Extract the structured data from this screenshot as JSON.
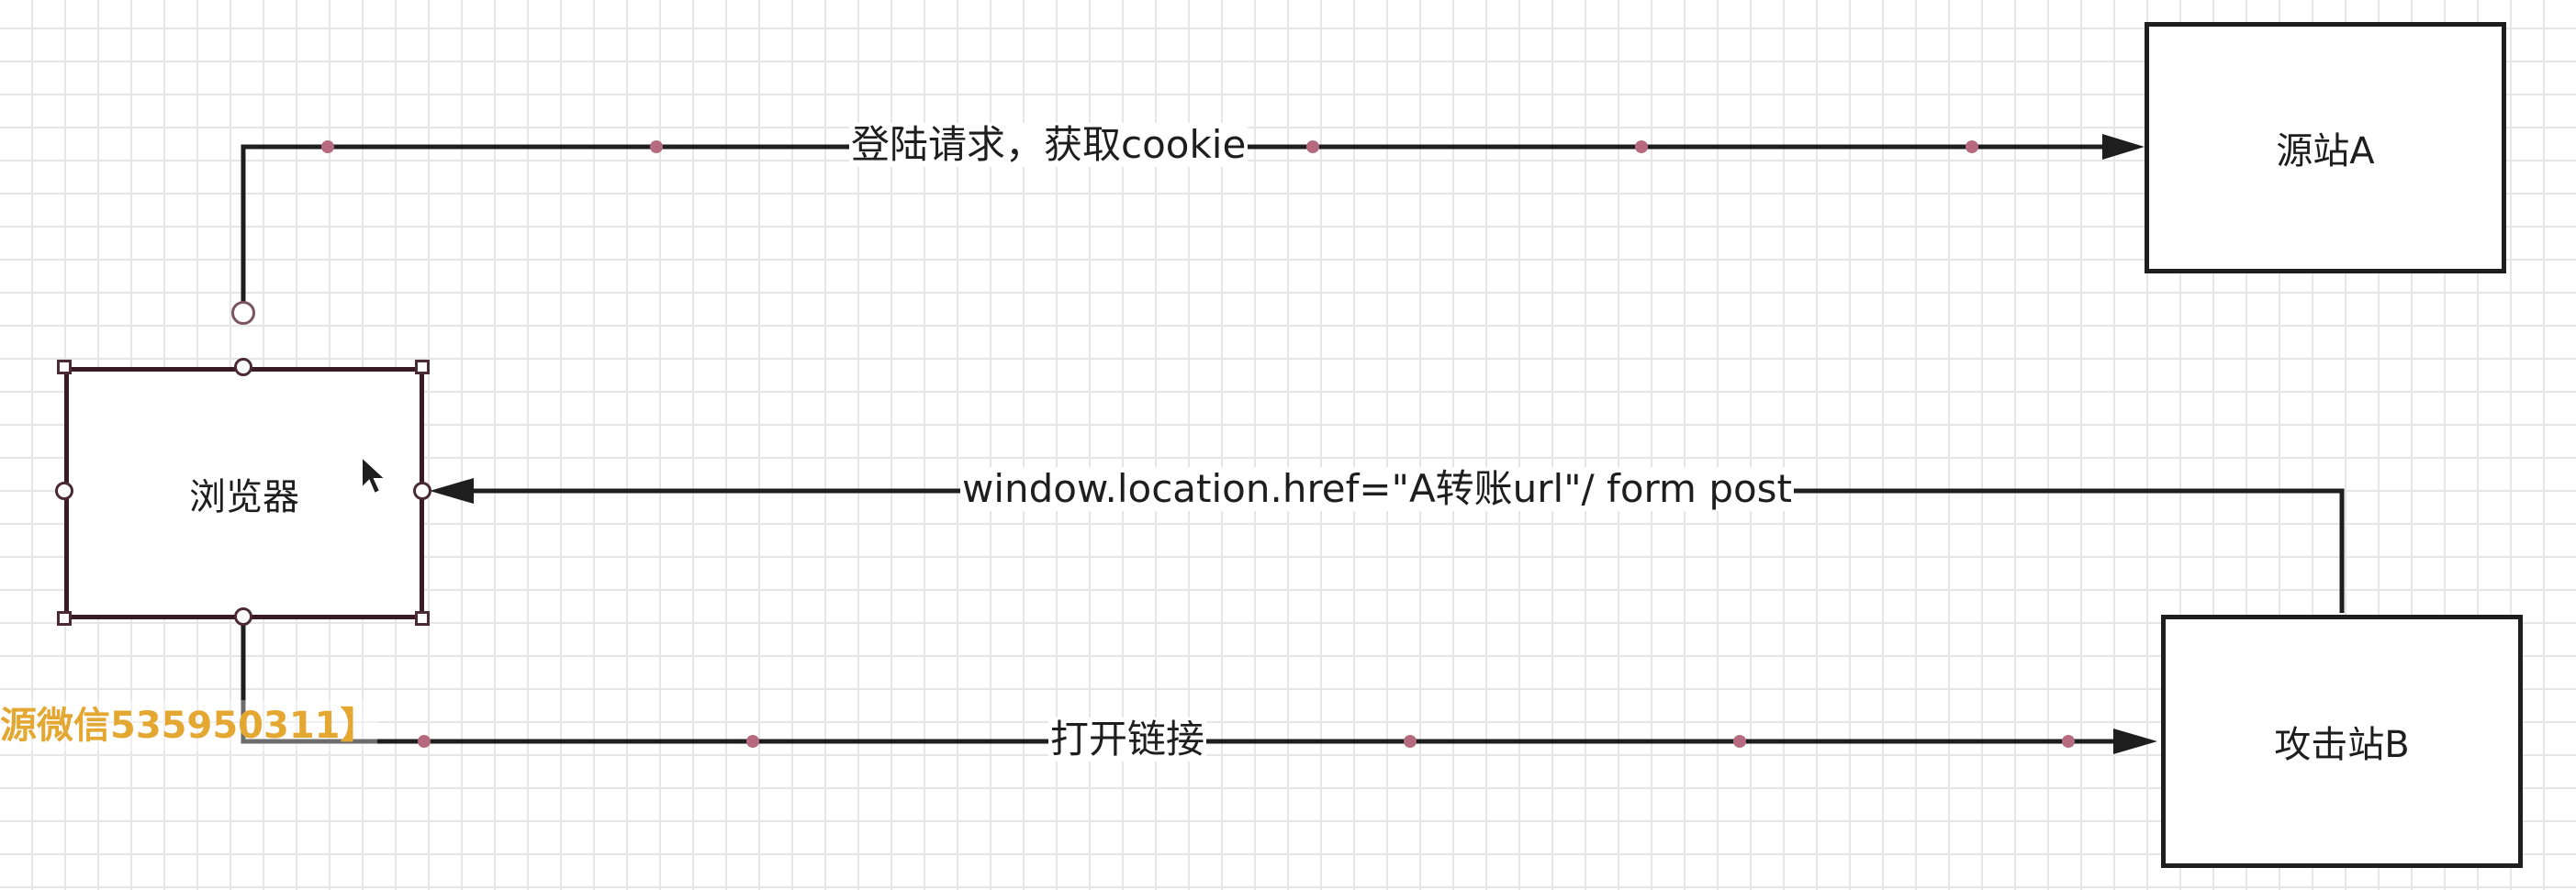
{
  "diagram": {
    "nodes": {
      "browser": {
        "label": "浏览器"
      },
      "site_a": {
        "label": "源站A"
      },
      "attacker_b": {
        "label": "攻击站B"
      }
    },
    "edges": {
      "login": {
        "label": "登陆请求，获取cookie"
      },
      "redirect": {
        "label": "window.location.href=\"A转账url\"/ form post"
      },
      "open_link": {
        "label": "打开链接"
      }
    }
  },
  "watermark": {
    "text": "源微信535950311】"
  },
  "colors": {
    "line": "#1e1e1e",
    "waypoint": "#b56a80",
    "grid": "#e6e6e6",
    "watermark": "#e4a832"
  }
}
